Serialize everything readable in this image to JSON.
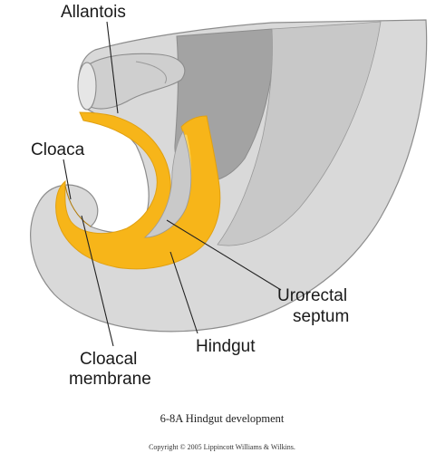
{
  "labels": {
    "allantois": "Allantois",
    "cloaca": "Cloaca",
    "urorectal_line1": "Urorectal",
    "urorectal_line2": "septum",
    "cloacal_line1": "Cloacal",
    "cloacal_line2": "membrane",
    "hindgut": "Hindgut"
  },
  "caption": "6-8A  Hindgut development",
  "copyright": "Copyright © 2005 Lippincott Williams & Wilkins.",
  "colors": {
    "tissue_light": "#d9d9d9",
    "tissue_mid": "#c4c4c4",
    "tissue_dark": "#9f9f9f",
    "endoderm": "#f7b519",
    "endoderm_edge": "#e0a012",
    "outline": "#8c8c8c"
  }
}
